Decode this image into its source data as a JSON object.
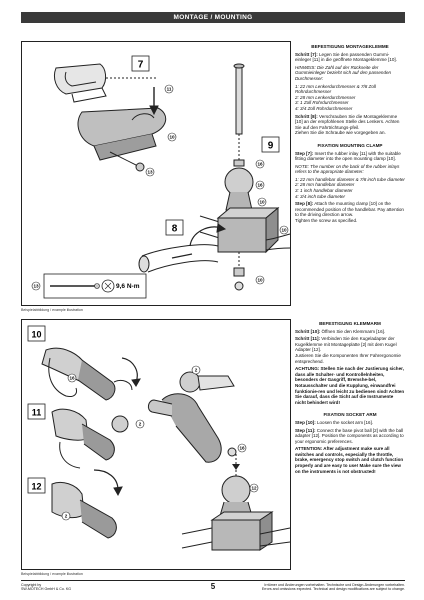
{
  "header": {
    "title": "MONTAGE / MOUNTING"
  },
  "panel1": {
    "steps": [
      "7",
      "8",
      "9"
    ],
    "callouts": [
      "11",
      "10",
      "13",
      "10",
      "16",
      "16",
      "10",
      "10",
      "13"
    ],
    "torque": "9,6 N-m",
    "caption": "Beispielabbildung / example illustration"
  },
  "panel2": {
    "steps": [
      "10",
      "11",
      "12"
    ],
    "callouts": [
      "2",
      "16",
      "16",
      "2",
      "12",
      "2"
    ],
    "caption": "Beispielabbildung / example illustration"
  },
  "text_de_1": {
    "title": "BEFESTIGUNG MONTAGEKLEMME",
    "step7_label": "Schritt [7]:",
    "step7": " Legen Sie den passenden Gummi-einleger [11] in die geöffnete Montageklemme [10].",
    "hint_label": "HINWEIS:",
    "hint": " Die Zahl auf der Rückseite der Gummieinleger bezieht sich auf den passenden Durchmesser:",
    "sizes": "1: 22 mm Lenkerdurchmesser & 7/8 Zoll Rohrdurchmesser\n2: 28 mm Lenkerdurchmesser\n3: 1 Zoll Rohrdurchmesser\n4: 3/4 Zoll Rohrdurchmesser",
    "step8_label": "Schritt [8]:",
    "step8": " Verschrauben Sie die Montageklemme [10] an der empfohlenen Stelle des Lenkers. Achten Sie auf den Fahrtrichtungs-pfeil.\nZiehen Sie die Schraube wie vorgegeben an."
  },
  "text_en_1": {
    "title": "FIXATION MOUNTING CLAMP",
    "step7_label": "Step [7]:",
    "step7": " Insert the rubber inlay [11] with the suitable fitting diameter into the open mounting clamp [10].",
    "note_label": "NOTE:",
    "note": " The number on the back of the rubber inlays refers to the appropriate diameter:",
    "sizes": "1: 22 mm handlebar diameter & 7/8 inch tube diameter\n2: 28 mm handlebar diameter\n3: 1 inch handlebar diameter\n4: 3/4 inch tube diameter",
    "step8_label": "Step [8]:",
    "step8": " Attach the mounting clamp [10] on the recommended position of the handlebar. Pay attention to the driving direction arrow.\nTighten the screw as specified."
  },
  "text_de_2": {
    "title": "BEFESTIGUNG KLEMMARM",
    "step10_label": "Schritt [10]:",
    "step10": " Öffnen Sie den Klemmarm [16].",
    "step11_label": "Schritt [11]:",
    "step11": " Verbinden Sie den Kugeladapter der Kugelklemme mit Montageplatte [2] mit dem Kugel Adapter [12].\nJustieren Sie die Komponenten Ihrer Fahrergonomie entsprechend.",
    "warning": "ACHTUNG: Stellen Sie nach der Justierung sicher, dass alle Schalter- und Kontrollelnheiten, besonders der Gasgriff, Bremshe-bel, Notausschalter und die Kupplung, einwandfrei funktionie-ren und leicht zu bedienen sind! Achten Sie darauf, dass die Sicht auf die Instrumente nicht behindert wird!"
  },
  "text_en_2": {
    "title": "FIXATION SOCKET ARM",
    "step10_label": "Step [10]:",
    "step10": " Loosen the socket arm [16].",
    "step11_label": "Step [11]:",
    "step11": " Connect the base pivot ball [2] with the ball adapter [12]. Position the components as according to your ergonomic preferences.",
    "warning": "ATTENTION: After adjustment make sure all switches and controls, especially the throttle, brake, emergency stop switch and clutch function properly and are easy to use! Make sure the view on the instruments is not obstructed!"
  },
  "footer": {
    "copyright": "Copyright by\nSW-MOTECH GmbH & Co. KG",
    "page": "5",
    "disclaimer": "Irrtümer und Änderungen vorbehalten. Technische und Design-Änderungen vorbehalten.\nErrors and omissions expected. Technical and design modifications are subject to change."
  }
}
